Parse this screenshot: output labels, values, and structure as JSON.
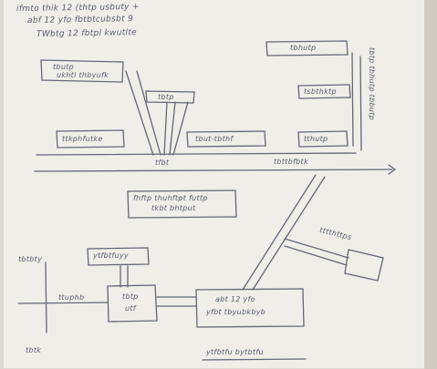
{
  "colors": {
    "paper": "#efeee9",
    "background": "#dcd9d2",
    "ink": "#444a5c"
  },
  "diagram": {
    "note_lines": [
      "ifmto thik 12 (thtp usbuty +",
      "abf 12 yfo fbtbtcubsbt 9",
      "TWbtg 12 fbtpl kwutlte"
    ],
    "boxes": {
      "top_left": [
        "tbutp",
        "ukhtl thbyufk"
      ],
      "mid_small": "tbtp",
      "left_row": "ttkphfutke",
      "center_row": "tbut-tbthf",
      "right_row": "tthutp",
      "right_upper": "tbhutp",
      "right_middle": "tsbthktp",
      "central": [
        "fhftp thuhftpt futtp",
        "tkbt bhtput"
      ],
      "bottom_left_top": "ytfbtfuyy",
      "bottom_left": [
        "tbtp",
        "utf"
      ],
      "bottom_center": [
        "abt 12 yfo",
        "yfbt tbyubkbyb"
      ]
    },
    "labels": {
      "axis_center": "tfbt",
      "axis_right": "tbttbfbtk",
      "right_vertical": "tbtp tbhutp tbbutp",
      "right_branch": "tttthttps",
      "left_top": "tbtbty",
      "left_mid": "ttuphb",
      "left_bottom": "tbtk",
      "bottom_caption": "ytfbtfu bytbtfu"
    }
  }
}
